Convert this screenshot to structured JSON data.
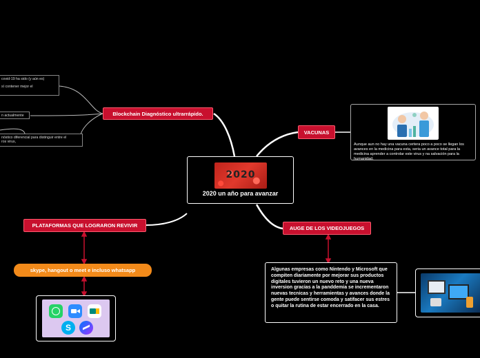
{
  "central": {
    "title": "2020 un año para avanzar",
    "image_text": "2020"
  },
  "topics": {
    "blockchain": "Blockchain Diagnóstico ultrarrápido.",
    "vacunas": "VACUNAS",
    "plataformas": "PLATAFORMAS QUE LOGRARON REVIVIR",
    "videojuegos": "AUGE DE LOS VIDEOJUEGOS"
  },
  "subtopics": {
    "plataformas_apps": "skype, hangout o meet e incluso whatsapp"
  },
  "notes": {
    "vacunas": "Aunque aun no hay una vacuna certera poco a poco se llegan los avances en la medicina para esta, seria un avance total para la medicina aprender a controlar este virus y na salvación para la humanidad.",
    "videojuegos": "Algunas empresas como Nintendo y Microsoft que compiten diariamente por mejorar sus productos digitales tuvieron un nuevo reto y una nueva inversion gracias a la panddemia se incrementaron nuevas tecnicas y herramientas y avances donde la gente puede sentirse comoda y satifacer sus estres o quitar la rutina de estar encerrado en la casa."
  },
  "blockchain_leaves": {
    "leaf1_line1": "covid-19 ha sido (y aún es)",
    "leaf1_line2": "sí contener mejor el",
    "leaf2": "n actualmente",
    "leaf3_line1": "nóstico diferencial para distinguir entre el",
    "leaf3_line2": "ros virus,"
  },
  "icons": [
    "whatsapp-icon",
    "zoom-icon",
    "meet-icon",
    "skype-icon",
    "messenger-icon"
  ],
  "colors": {
    "background": "#000000",
    "topic_red": "#c8102e",
    "subtopic_orange": "#f28a1a",
    "connector_red": "#c8102e",
    "line_white": "#ffffff"
  }
}
